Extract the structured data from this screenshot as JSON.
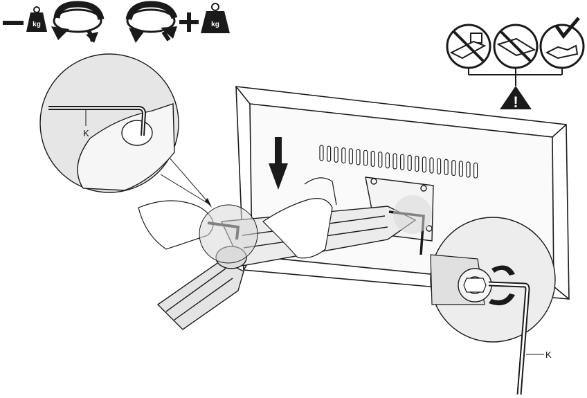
{
  "header": {
    "minus_sign": "−",
    "plus_sign": "+",
    "weight_left_label": "kg",
    "weight_right_label": "kg",
    "icons": [
      "minus-sign",
      "weight-icon",
      "rotate-counterclockwise-icon",
      "rotate-clockwise-icon",
      "plus-sign",
      "weight-icon"
    ]
  },
  "callouts": {
    "left_tool_label": "K",
    "right_tool_label": "K"
  },
  "warning_panel": {
    "icons": [
      "prohibited-mount-icon",
      "prohibited-mount-icon",
      "approved-mount-icon",
      "warning-triangle-icon"
    ],
    "warning_symbol": "!"
  },
  "colors": {
    "line": "#1a1a1a",
    "fill_light": "#f2f2f2",
    "fill_mid": "#d6d6d6",
    "fill_dark": "#1a1a1a"
  }
}
